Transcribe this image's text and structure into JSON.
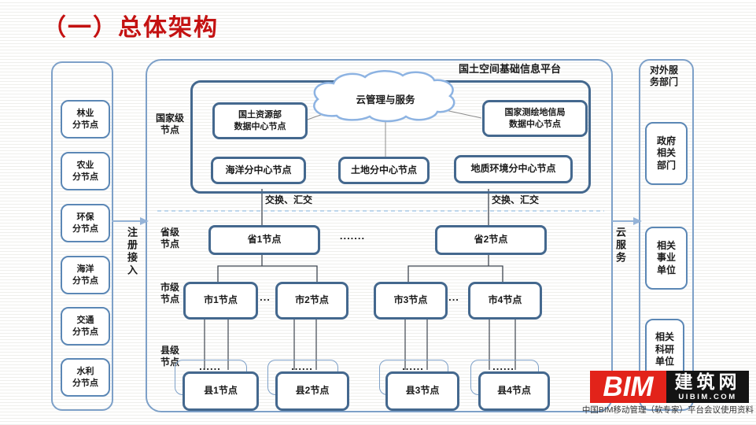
{
  "title": "（一）总体架构",
  "left_panel": {
    "register_label": "注册接入",
    "nodes": [
      {
        "l1": "林业",
        "l2": "分节点"
      },
      {
        "l1": "农业",
        "l2": "分节点"
      },
      {
        "l1": "环保",
        "l2": "分节点"
      },
      {
        "l1": "海洋",
        "l2": "分节点"
      },
      {
        "l1": "交通",
        "l2": "分节点"
      },
      {
        "l1": "水利",
        "l2": "分节点"
      }
    ]
  },
  "platform": {
    "header": "国土空间基础信息平台",
    "cloud": "云管理与服务",
    "levels": {
      "national": {
        "l1": "国家级",
        "l2": "节点"
      },
      "province": {
        "l1": "省级",
        "l2": "节点"
      },
      "city": {
        "l1": "市级",
        "l2": "节点"
      },
      "county": {
        "l1": "县级",
        "l2": "节点"
      }
    },
    "national_nodes": {
      "mnr": {
        "l1": "国土资源部",
        "l2": "数据中心节点"
      },
      "nasg": {
        "l1": "国家测绘地信局",
        "l2": "数据中心节点"
      },
      "centers": [
        "海洋分中心节点",
        "土地分中心节点",
        "地质环境分中心节点"
      ]
    },
    "exchange": {
      "left": "交换、汇交",
      "right": "交换、汇交"
    },
    "province_nodes": [
      "省1节点",
      "省2节点"
    ],
    "province_dots": ".......",
    "city_nodes": [
      "市1节点",
      "市2节点",
      "市3节点",
      "市4节点"
    ],
    "city_dots": "...",
    "county_nodes": [
      "县1节点",
      "县2节点",
      "县3节点",
      "县4节点"
    ],
    "county_dots": "......"
  },
  "right_panel": {
    "cloud_service_label": "云服务",
    "header": {
      "l1": "对外服",
      "l2": "务部门"
    },
    "orgs": [
      {
        "l1": "政府",
        "l2": "相关",
        "l3": "部门"
      },
      {
        "l1": "相关",
        "l2": "事业",
        "l3": "单位"
      },
      {
        "l1": "相关",
        "l2": "科研",
        "l3": "单位"
      }
    ]
  },
  "logo": {
    "bim": "BIM",
    "name": "建筑网",
    "domain": "UIBIM.COM"
  },
  "watermark": "中国BIM移动管理（软专家）平台会议使用资料",
  "colors": {
    "accent_red": "#c41212",
    "border_dark": "#44688e",
    "border_mid": "#5b87b5",
    "border_light": "#7da0c8",
    "arrow_blue": "#95b3d7",
    "line_dark": "#3f4650",
    "line_gray": "#8c8c8c",
    "dashed_blue": "#9dc3e6",
    "cloud_blue": "#8db3e2",
    "logo_red": "#e2231a",
    "logo_black": "#141414",
    "watermark_color": "#333333"
  }
}
